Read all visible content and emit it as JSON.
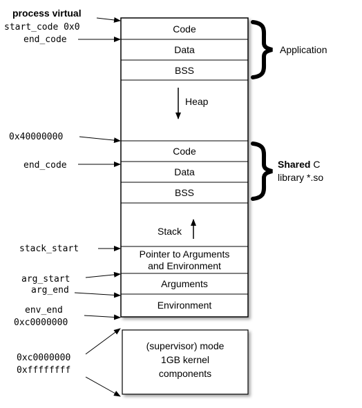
{
  "header": {
    "title": "process virtual"
  },
  "process_segments": {
    "app_code": "Code",
    "app_data": "Data",
    "app_bss": "BSS",
    "heap": "Heap",
    "lib_code": "Code",
    "lib_data": "Data",
    "lib_bss": "BSS",
    "stack": "Stack",
    "pointer_line1": "Pointer to Arguments",
    "pointer_line2": "and Environment",
    "arguments": "Arguments",
    "environment": "Environment"
  },
  "left_labels": {
    "start_code": "start_code 0x0",
    "end_code_app": "end_code",
    "lib_base": "0x40000000",
    "end_code_lib": "end_code",
    "stack_start": "stack_start",
    "arg_start": "arg_start",
    "arg_end": "arg_end",
    "env_end": "env_end",
    "user_top": "0xc0000000",
    "kernel_start": "0xc0000000",
    "kernel_end": "0xffffffff"
  },
  "groups": {
    "application": "Application",
    "shared_bold": "Shared",
    "shared_rest": " C",
    "shared_line2": "library *.so"
  },
  "kernel_box": {
    "line1": "(supervisor) mode",
    "line2": "1GB kernel",
    "line3": "components"
  }
}
